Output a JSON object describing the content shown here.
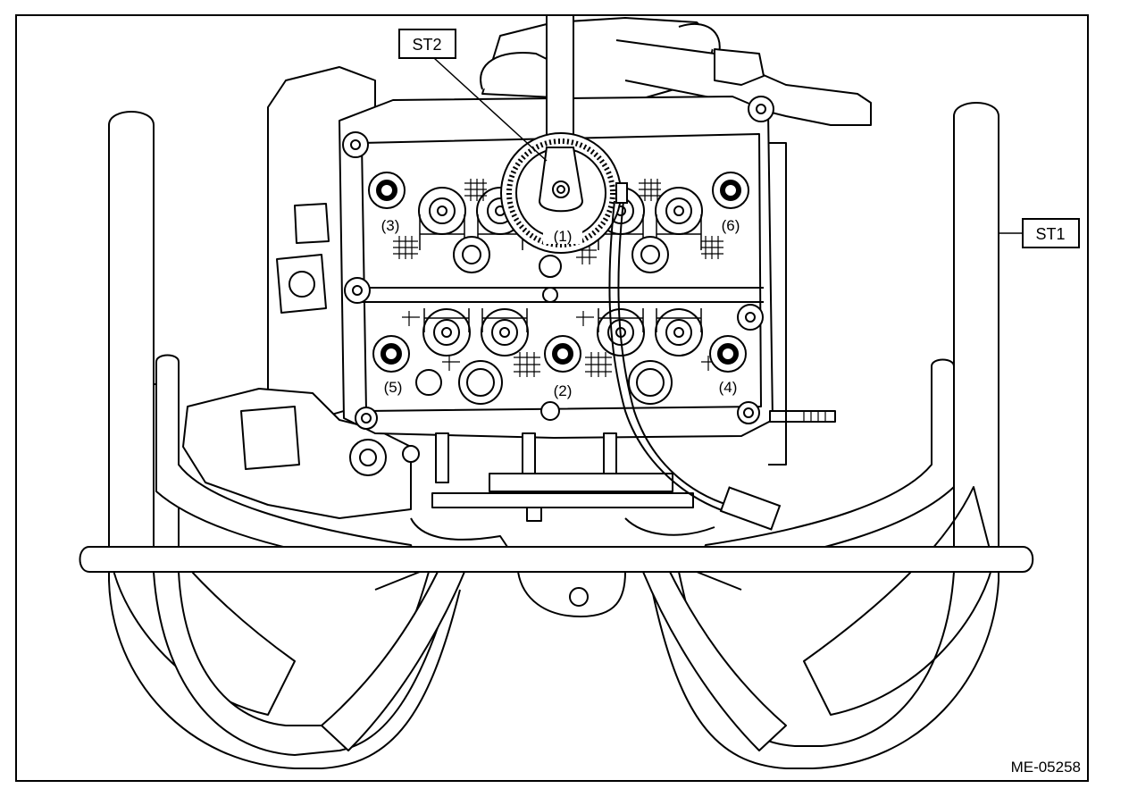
{
  "figure": {
    "id_code": "ME-05258",
    "tool_labels": {
      "st1": "ST1",
      "st2": "ST2"
    },
    "callouts": {
      "c1": "(1)",
      "c2": "(2)",
      "c3": "(3)",
      "c4": "(4)",
      "c5": "(5)",
      "c6": "(6)"
    },
    "colors": {
      "line": "#000000",
      "background": "#ffffff"
    }
  }
}
